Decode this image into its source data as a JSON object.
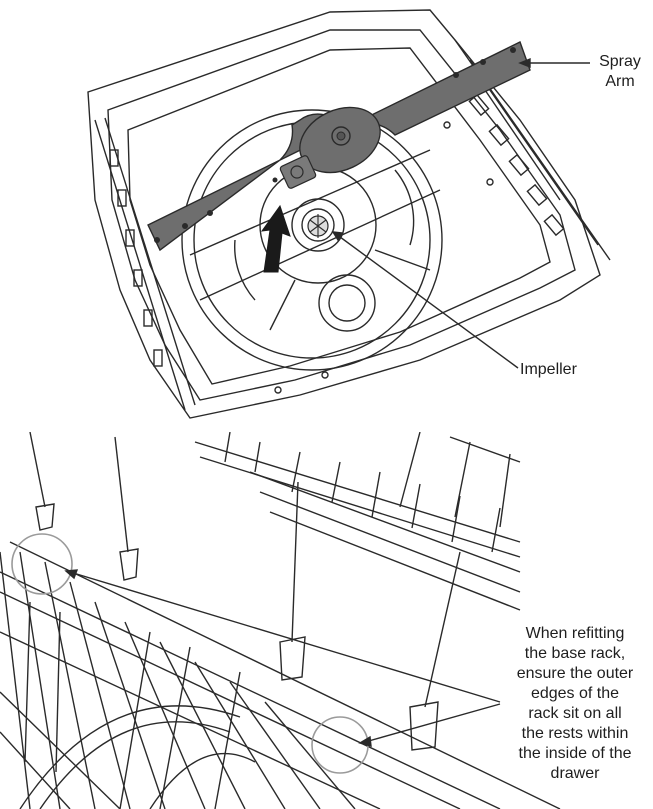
{
  "figure": {
    "top": {
      "callouts": {
        "spray_arm": [
          "Spray",
          "Arm"
        ],
        "impeller": "Impeller"
      }
    },
    "bottom": {
      "callouts": {
        "note": [
          "When refitting",
          "the base rack,",
          "ensure the outer",
          "edges of the",
          "rack sit on all",
          "the rests within",
          "the inside of the",
          "drawer"
        ]
      }
    }
  },
  "colors": {
    "line": "#2a2a2a",
    "spray_arm_fill": "#6e6e6e",
    "arrow_fill": "#1a1a1a",
    "callout_circle": "#9a9a9a"
  }
}
